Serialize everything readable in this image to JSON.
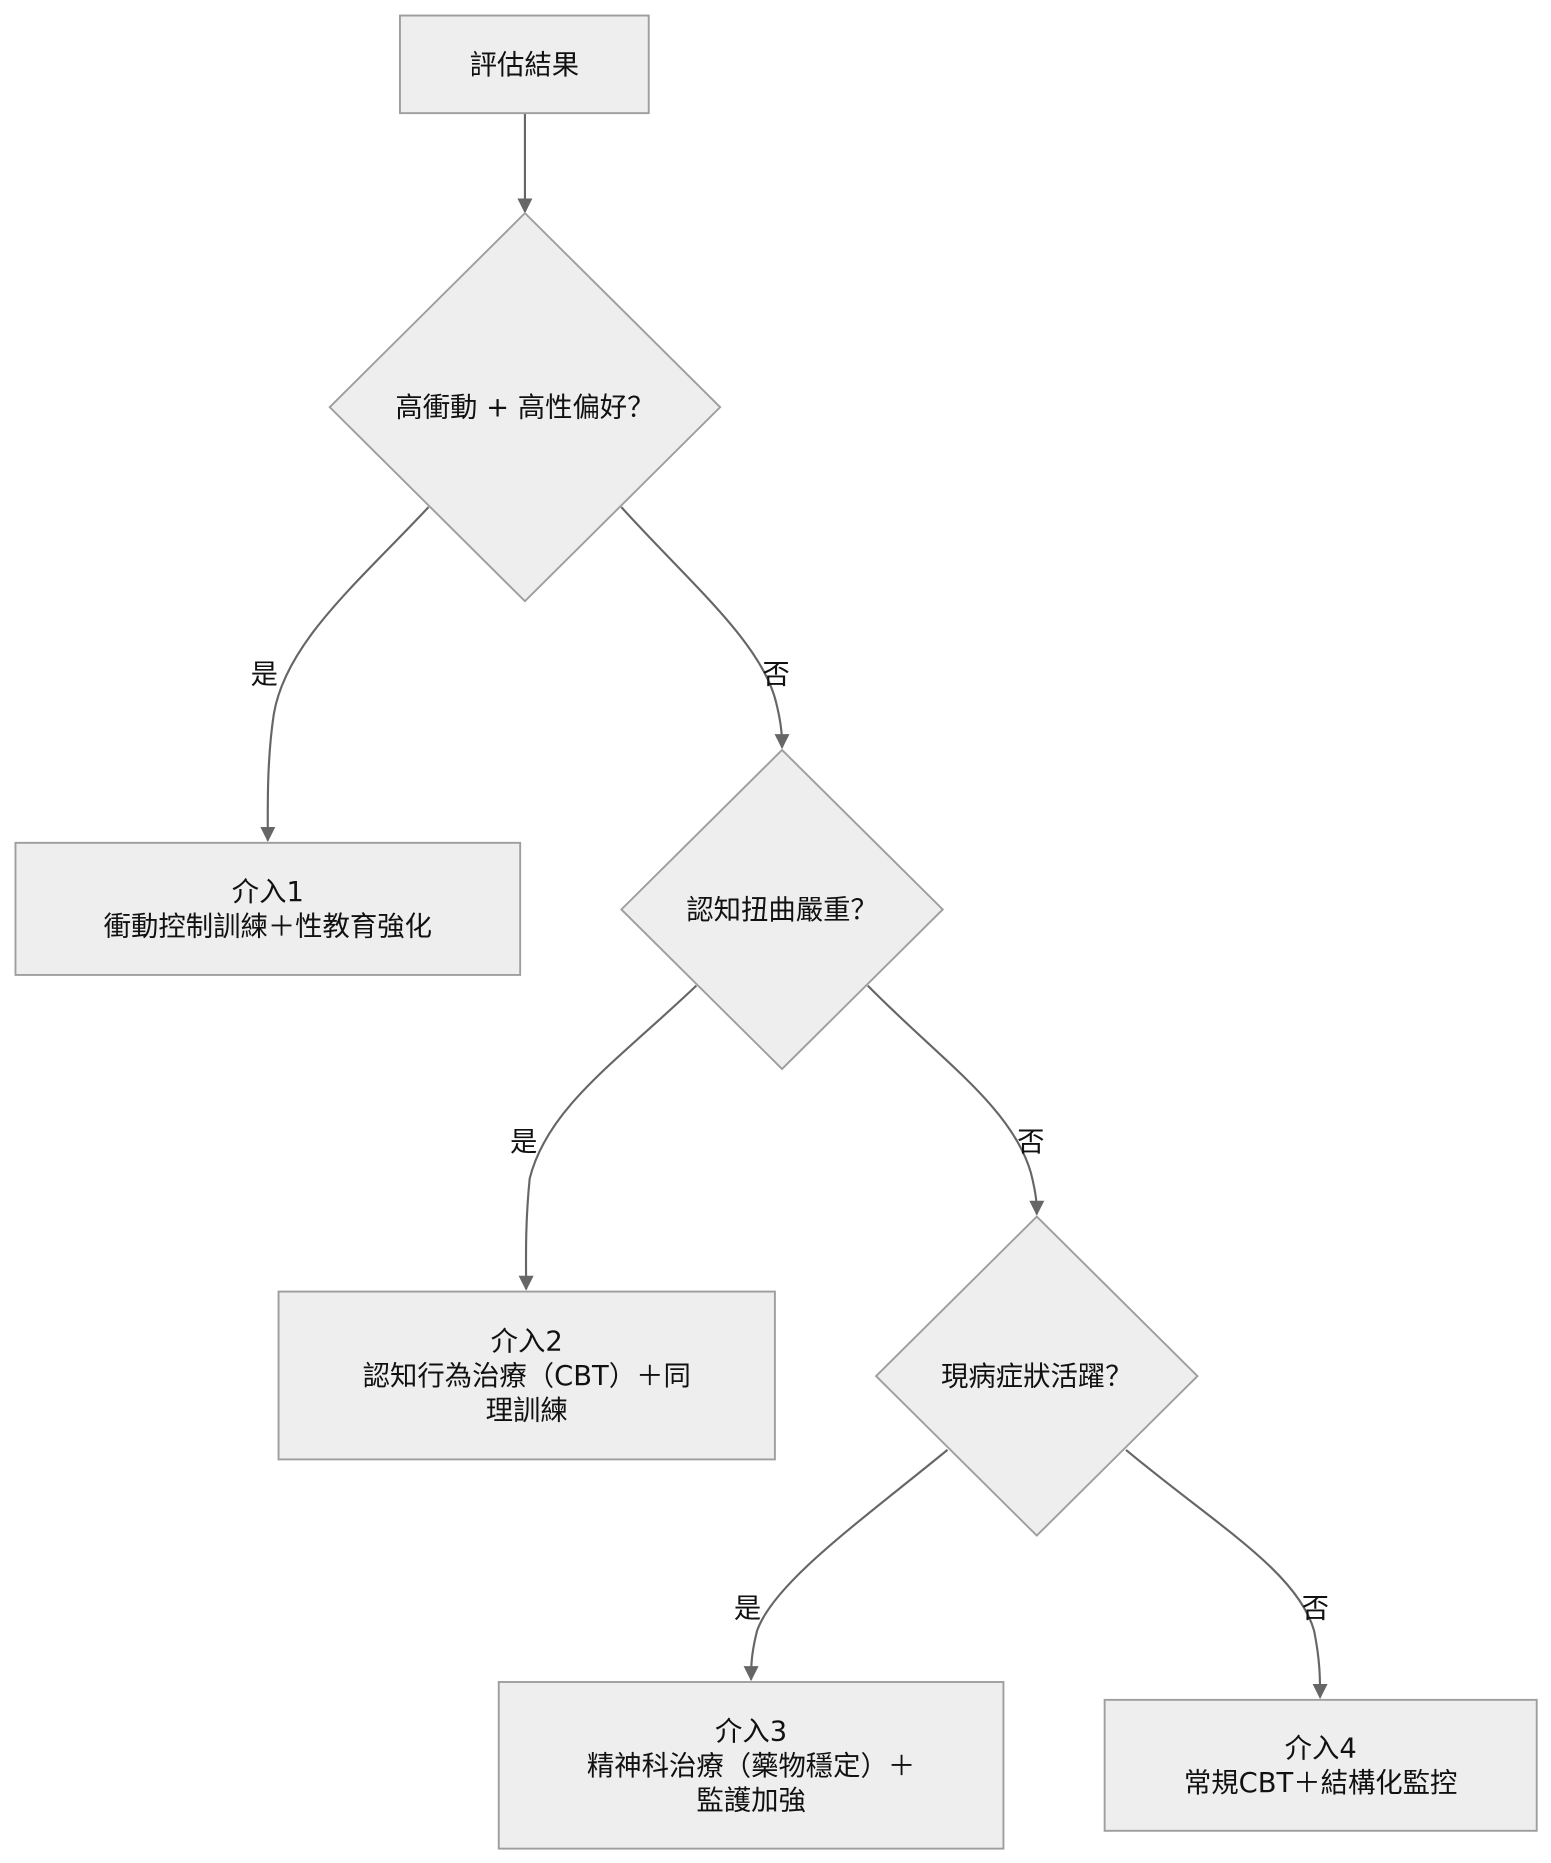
{
  "nodes": {
    "start": {
      "lines": [
        "評估結果"
      ]
    },
    "q1": {
      "lines": [
        "高衝動 + 高性偏好？"
      ]
    },
    "i1": {
      "lines": [
        "介入1",
        "衝動控制訓練＋性教育強化"
      ]
    },
    "q2": {
      "lines": [
        "認知扭曲嚴重？"
      ]
    },
    "i2": {
      "lines": [
        "介入2",
        "認知行為治療（CBT）＋同",
        "理訓練"
      ]
    },
    "q3": {
      "lines": [
        "現病症狀活躍？"
      ]
    },
    "i3": {
      "lines": [
        "介入3",
        "精神科治療（藥物穩定）＋",
        "監護加強"
      ]
    },
    "i4": {
      "lines": [
        "介入4",
        "常規CBT＋結構化監控"
      ]
    }
  },
  "edges": [
    {
      "from": "start",
      "to": "q1",
      "label": ""
    },
    {
      "from": "q1",
      "to": "i1",
      "label": "是"
    },
    {
      "from": "q1",
      "to": "q2",
      "label": "否"
    },
    {
      "from": "q2",
      "to": "i2",
      "label": "是"
    },
    {
      "from": "q2",
      "to": "q3",
      "label": "否"
    },
    {
      "from": "q3",
      "to": "i3",
      "label": "是"
    },
    {
      "from": "q3",
      "to": "i4",
      "label": "否"
    }
  ],
  "colors": {
    "node_fill": "#eeeeee",
    "node_stroke": "#9e9e9e",
    "edge": "#666666"
  }
}
